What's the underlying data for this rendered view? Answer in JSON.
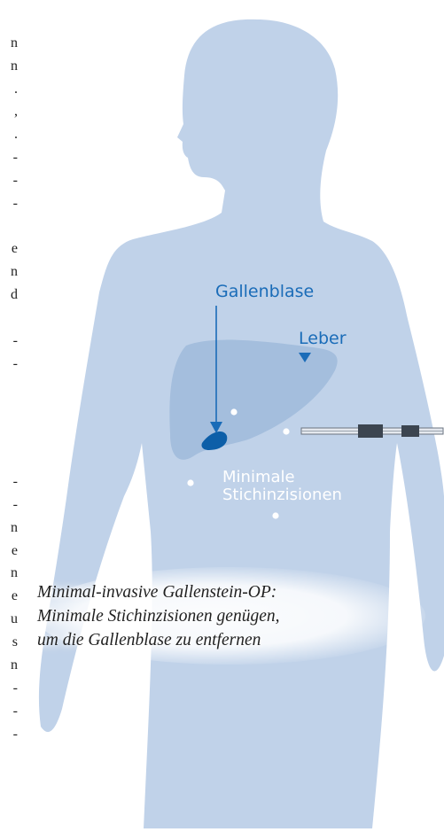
{
  "diagram": {
    "label_gallbladder": "Gallenblase",
    "label_liver": "Leber",
    "label_incisions_line1": "Minimale",
    "label_incisions_line2": "Stichinzisionen",
    "caption_lines": [
      "Minimal-invasive Gallenstein-OP:",
      "Minimale Stichinzisionen genügen,",
      "um die Gallenblase zu entfernen"
    ]
  },
  "clipped_text_edge": {
    "top_block": [
      "n",
      "n",
      ".",
      ",",
      ".",
      "-",
      "-",
      "-",
      "e",
      "n",
      "d",
      "-",
      "-"
    ],
    "bottom_block": [
      "-",
      "-",
      "n",
      "e",
      "n",
      "e",
      "u",
      "s",
      "n",
      "-",
      "-",
      "-"
    ]
  },
  "colors": {
    "body": "#c0d2e9",
    "liver": "#a4bedd",
    "gallbladder": "#0d5fa8",
    "accent_blue": "#1a6cb8",
    "text": "#1f1f1f"
  }
}
